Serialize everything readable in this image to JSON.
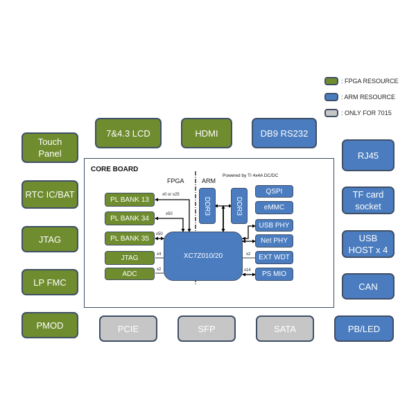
{
  "legend": [
    {
      "color": "#6f8c2f",
      "label": ": FPGA RESOURCE"
    },
    {
      "color": "#4a7cbf",
      "label": ": ARM RESOURCE"
    },
    {
      "color": "#c6c6c6",
      "label": ": ONLY FOR 7015"
    }
  ],
  "colors": {
    "fpga": "#6f8c2f",
    "arm": "#4a7cbf",
    "only_7015": "#c6c6c6",
    "border": "#3f4f66"
  },
  "top_peripherals": [
    "7&4.3 LCD",
    "HDMI",
    "DB9 RS232"
  ],
  "left_peripherals": [
    "Touch\nPanel",
    "RTC IC/BAT",
    "JTAG",
    "LP FMC",
    "PMOD"
  ],
  "right_peripherals": [
    "RJ45",
    "TF card\nsocket",
    "USB\nHOST x 4",
    "CAN",
    "PB/LED"
  ],
  "bottom_peripherals": [
    "PCIE",
    "SFP",
    "SATA"
  ],
  "core_board": {
    "title": "CORE BOARD",
    "fpga_label": "FPGA",
    "arm_label": "ARM",
    "power_note": "Powered by TI 4x4A DC/DC",
    "chip": "XC7Z010/20",
    "pl_blocks": [
      "PL BANK 13",
      "PL BANK 34",
      "PL BANK 35",
      "JTAG",
      "ADC"
    ],
    "pl_bus_labels": [
      "x0 or x25",
      "x50",
      "x50",
      "x4",
      "x2"
    ],
    "ddr": [
      "DDR3",
      "DDR3"
    ],
    "ps_blocks": [
      "QSPI",
      "eMMC",
      "USB PHY",
      "Net PHY",
      "EXT WDT",
      "PS MIO"
    ],
    "ps_bus_labels": [
      "x2",
      "x14"
    ]
  }
}
